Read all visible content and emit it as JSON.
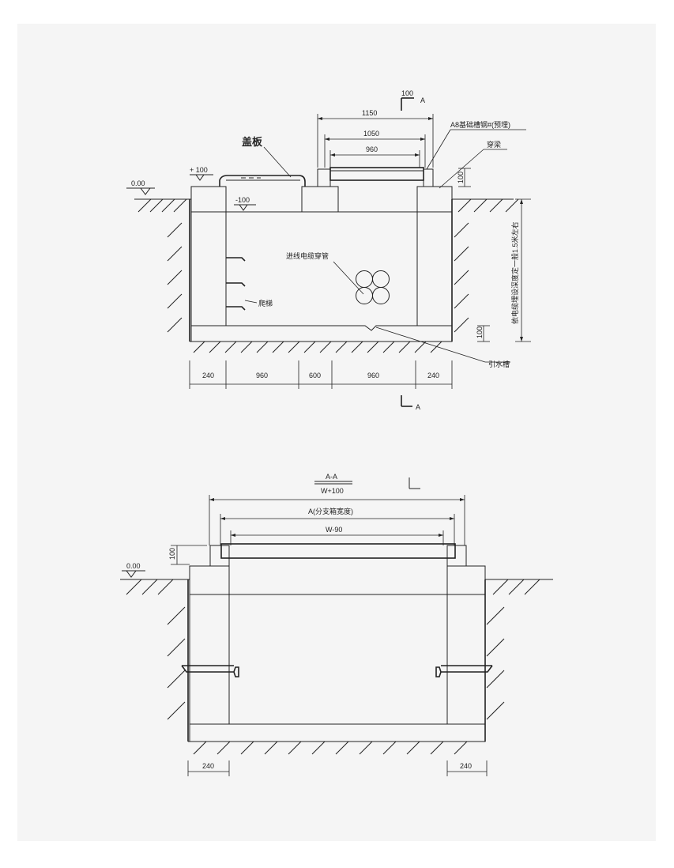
{
  "section_marks": {
    "top_num": "100",
    "top_letter": "A",
    "bottom_letter": "A"
  },
  "levels": {
    "ground": "0.00",
    "plus100": "+ 100",
    "minus100": "-100",
    "ground2": "0.00"
  },
  "labels": {
    "cover_plate": "盖板",
    "channel_steel": "A8基础槽钢#(预埋)",
    "through_beam": "穿梁",
    "cable_pipe": "进线电缆穿管",
    "ladder": "爬梯",
    "drain": "引水槽",
    "depth_note": "依电缆埋设深度定一般1.5米左右"
  },
  "dims_top": {
    "d1150": "1150",
    "d1050": "1050",
    "d960": "960",
    "d100a": "100",
    "d100b": "100",
    "bottom": [
      "240",
      "960",
      "600",
      "960",
      "240"
    ]
  },
  "section_aa": {
    "title": "A-A",
    "w_plus": "W+100",
    "a_width": "A(分支箱宽度)",
    "w_minus": "W-90",
    "d100": "100",
    "left240": "240",
    "right240": "240"
  }
}
